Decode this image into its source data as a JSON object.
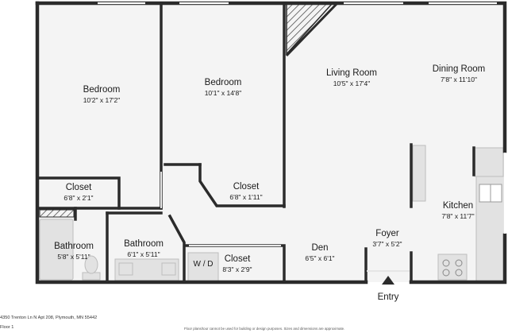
{
  "rooms": [
    {
      "name": "Bedroom",
      "dims": "10'2\" x 17'2\""
    },
    {
      "name": "Bedroom",
      "dims": "10'1\" x 14'8\""
    },
    {
      "name": "Living Room",
      "dims": "10'5\" x 17'4\""
    },
    {
      "name": "Dining Room",
      "dims": "7'8\" x 11'10\""
    },
    {
      "name": "Closet",
      "dims": "6'8\" x 2'1\""
    },
    {
      "name": "Closet",
      "dims": "6'8\" x 1'11\""
    },
    {
      "name": "Kitchen",
      "dims": "7'8\" x 11'7\""
    },
    {
      "name": "Bathroom",
      "dims": "5'8\" x 5'11\""
    },
    {
      "name": "Bathroom",
      "dims": "6'1\" x 5'11\""
    },
    {
      "name": "Closet",
      "dims": "8'3\" x 2'9\""
    },
    {
      "name": "Den",
      "dims": "6'5\" x 6'1\""
    },
    {
      "name": "Foyer",
      "dims": "3'7\" x 5'2\""
    }
  ],
  "labels": {
    "wd": "W / D",
    "entry": "Entry"
  },
  "footer": {
    "address": "4350 Trenton Ln N Apt 208, Plymouth, MN 55442",
    "floor": "Floor 1",
    "disclaimer": "Floor plans/tour cannot be used for building or design purposes. Sizes and dimensions are approximate."
  },
  "colors": {
    "wall": "#2b2b2b",
    "floor": "#f4f4f4",
    "fixture": "#e2e2e2"
  }
}
